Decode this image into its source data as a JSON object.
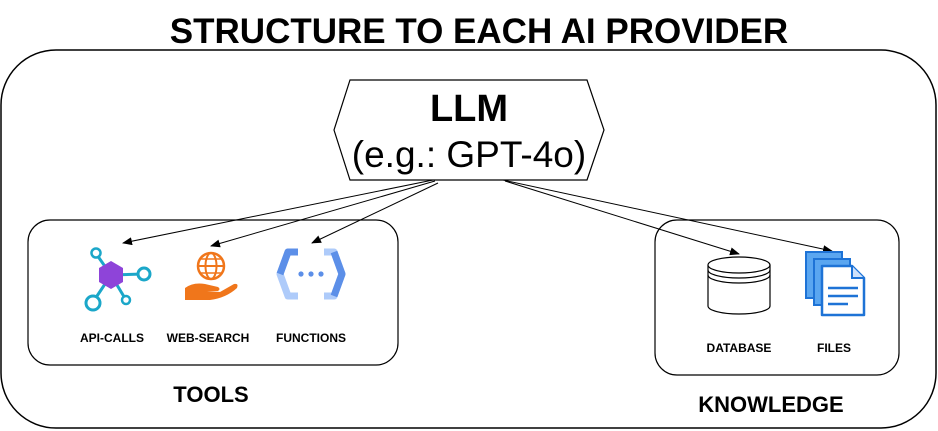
{
  "title": "STRUCTURE TO EACH AI PROVIDER",
  "llm": {
    "name": "LLM",
    "model": "(e.g.: GPT-4o)"
  },
  "tools": {
    "label": "TOOLS",
    "items": [
      {
        "label": "API-CALLS",
        "icon": "api-calls-icon"
      },
      {
        "label": "WEB-SEARCH",
        "icon": "web-search-icon"
      },
      {
        "label": "FUNCTIONS",
        "icon": "functions-icon"
      }
    ]
  },
  "knowledge": {
    "label": "KNOWLEDGE",
    "items": [
      {
        "label": "DATABASE",
        "icon": "database-icon"
      },
      {
        "label": "FILES",
        "icon": "files-icon"
      }
    ]
  },
  "colors": {
    "stroke": "#000000",
    "api_purple": "#8e44d9",
    "api_teal": "#1ba7c9",
    "web_orange": "#f0761b",
    "functions_blue": "#5c8fe8",
    "functions_light": "#aecbfa",
    "files_blue": "#1e73d6",
    "files_light": "#5aa6f0"
  }
}
